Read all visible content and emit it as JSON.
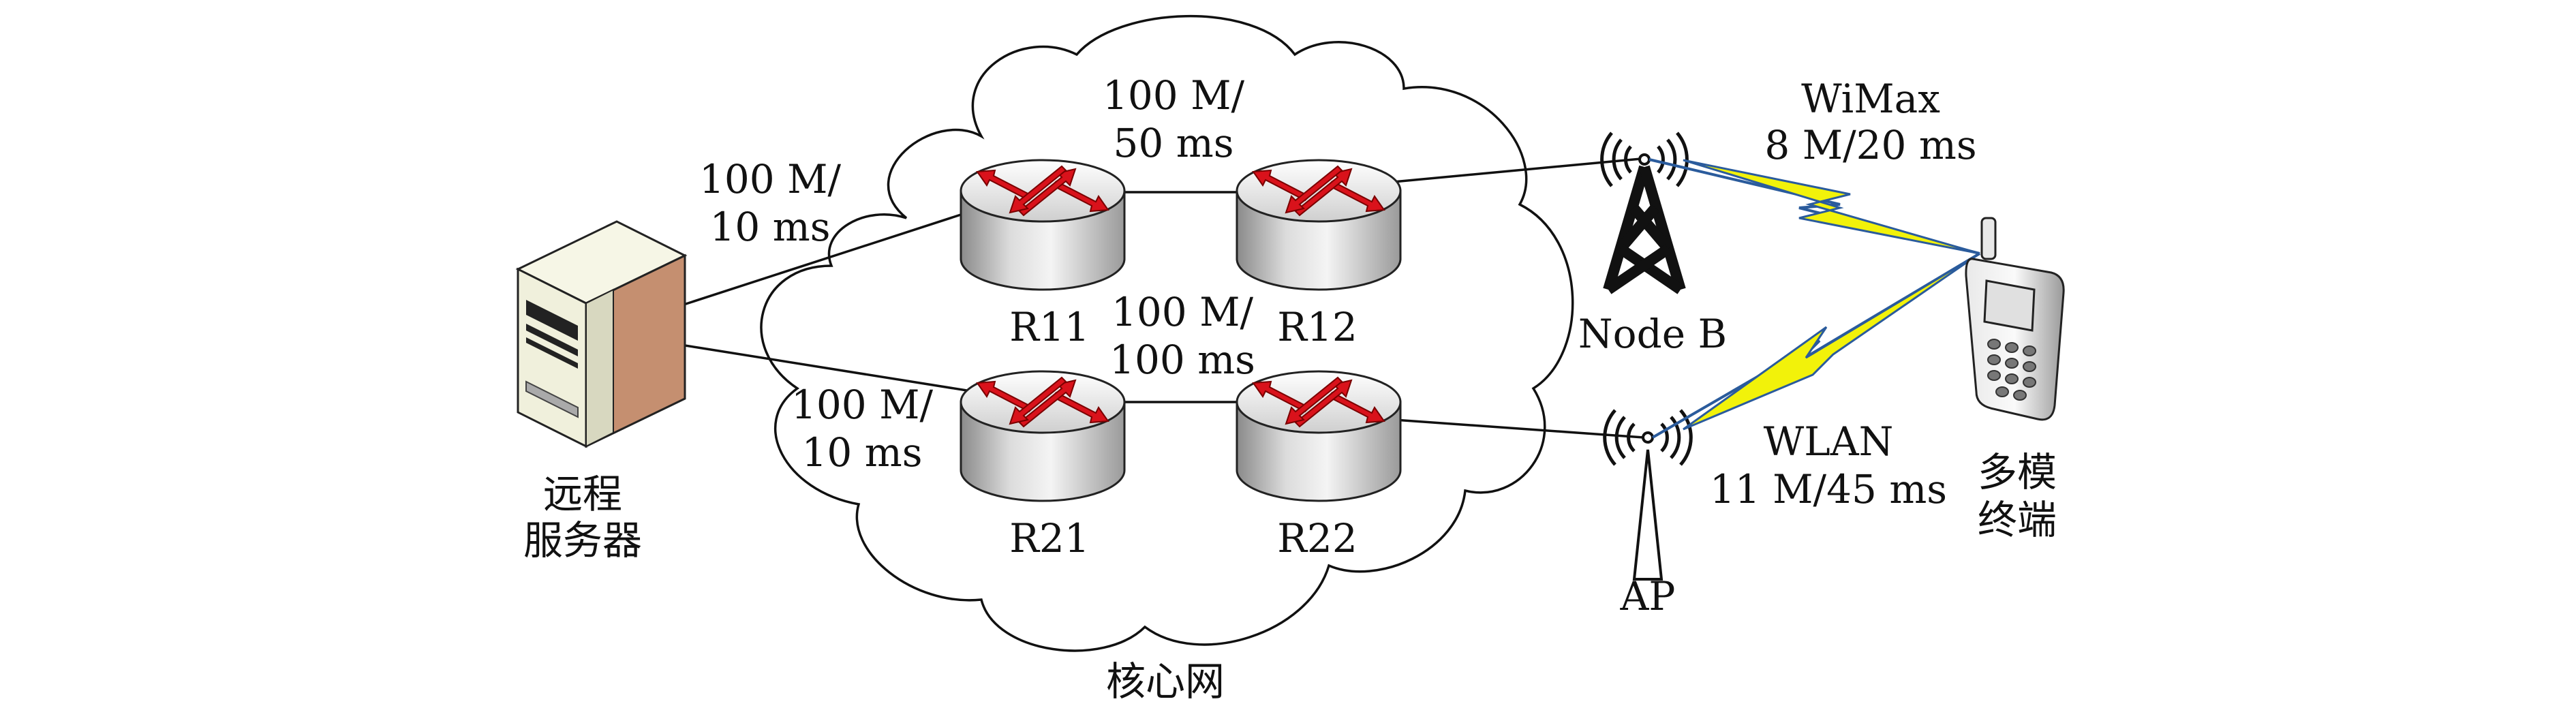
{
  "server": {
    "label_line1": "远程",
    "label_line2": "服务器"
  },
  "cloud": {
    "label": "核心网"
  },
  "routers": {
    "r11": "R11",
    "r12": "R12",
    "r21": "R21",
    "r22": "R22"
  },
  "links": {
    "server_r11": {
      "line1": "100 M/",
      "line2": "10 ms"
    },
    "r11_r12": {
      "line1": "100 M/",
      "line2": "50 ms"
    },
    "r21_r22": {
      "line1": "100 M/",
      "line2": "100 ms"
    },
    "server_r21": {
      "line1": "100 M/",
      "line2": "10 ms"
    },
    "wimax": {
      "line1": "WiMax",
      "line2": "8 M/20 ms"
    },
    "wlan": {
      "line1": "WLAN",
      "line2": "11 M/45 ms"
    }
  },
  "nodeb": {
    "label": "Node B"
  },
  "ap": {
    "label": "AP"
  },
  "terminal": {
    "line1": "多模",
    "line2": "终端"
  },
  "colors": {
    "arrow": "#d9121b",
    "lightning": "#f2f20a",
    "wireless": "#2a5b9c",
    "server_panel": "#c58f70"
  }
}
